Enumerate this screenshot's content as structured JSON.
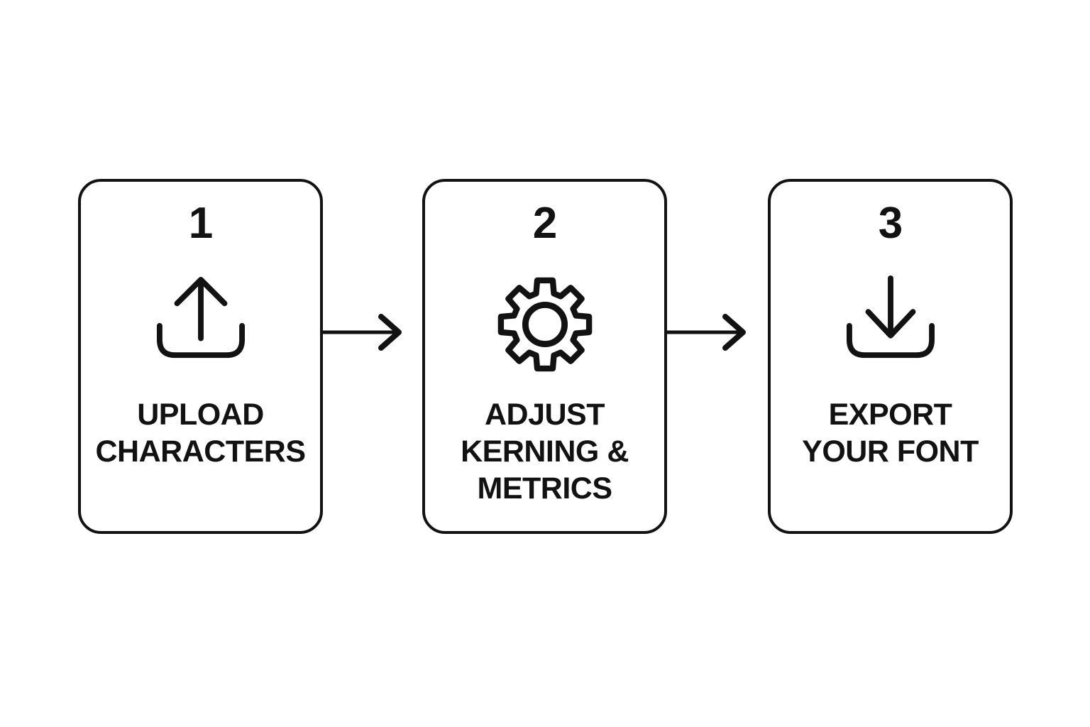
{
  "colors": {
    "ink": "#121212",
    "background": "#ffffff"
  },
  "diagram": {
    "title": "",
    "steps": [
      {
        "number": "1",
        "icon": "upload-icon",
        "label": "UPLOAD\nCHARACTERS"
      },
      {
        "number": "2",
        "icon": "gear-icon",
        "label": "ADJUST\nKERNING &\nMETRICS"
      },
      {
        "number": "3",
        "icon": "download-icon",
        "label": "EXPORT\nYOUR FONT"
      }
    ],
    "connectors": [
      {
        "type": "arrow-right",
        "from": "1",
        "to": "2"
      },
      {
        "type": "arrow-right",
        "from": "2",
        "to": "3"
      }
    ]
  }
}
